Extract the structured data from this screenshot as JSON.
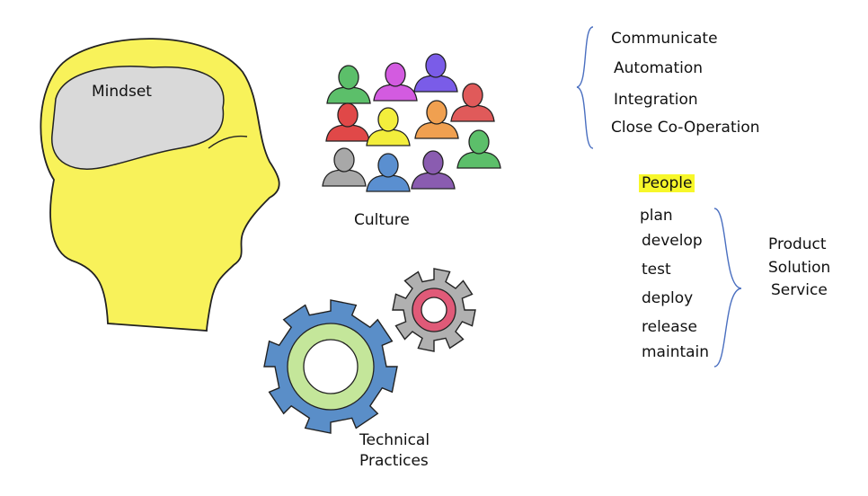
{
  "head": {
    "label": "Mindset",
    "fill": "#f8f25a",
    "brain_fill": "#d9d9d9"
  },
  "culture": {
    "label": "Culture",
    "people_colors": [
      "#5cbf6a",
      "#d35be0",
      "#7a5ce8",
      "#e05a5a",
      "#e04848",
      "#f3ee3c",
      "#f0a050",
      "#5cbf6a",
      "#a8a8a8",
      "#5a8fd0",
      "#8a5cb0"
    ]
  },
  "practices": {
    "label_line1": "Technical",
    "label_line2": "Practices",
    "big_gear": "#5a8ec8",
    "big_ring": "#c4e69a",
    "small_gear": "#b0b0b0",
    "small_ring": "#e05a78"
  },
  "values": [
    "Communicate",
    "Automation",
    "Integration",
    "Close Co-Operation"
  ],
  "people": {
    "label": "People",
    "highlight": "#f7f72a"
  },
  "lifecycle": [
    "plan",
    "develop",
    "test",
    "deploy",
    "release",
    "maintain"
  ],
  "outputs": [
    "Product",
    "Solution",
    "Service"
  ]
}
